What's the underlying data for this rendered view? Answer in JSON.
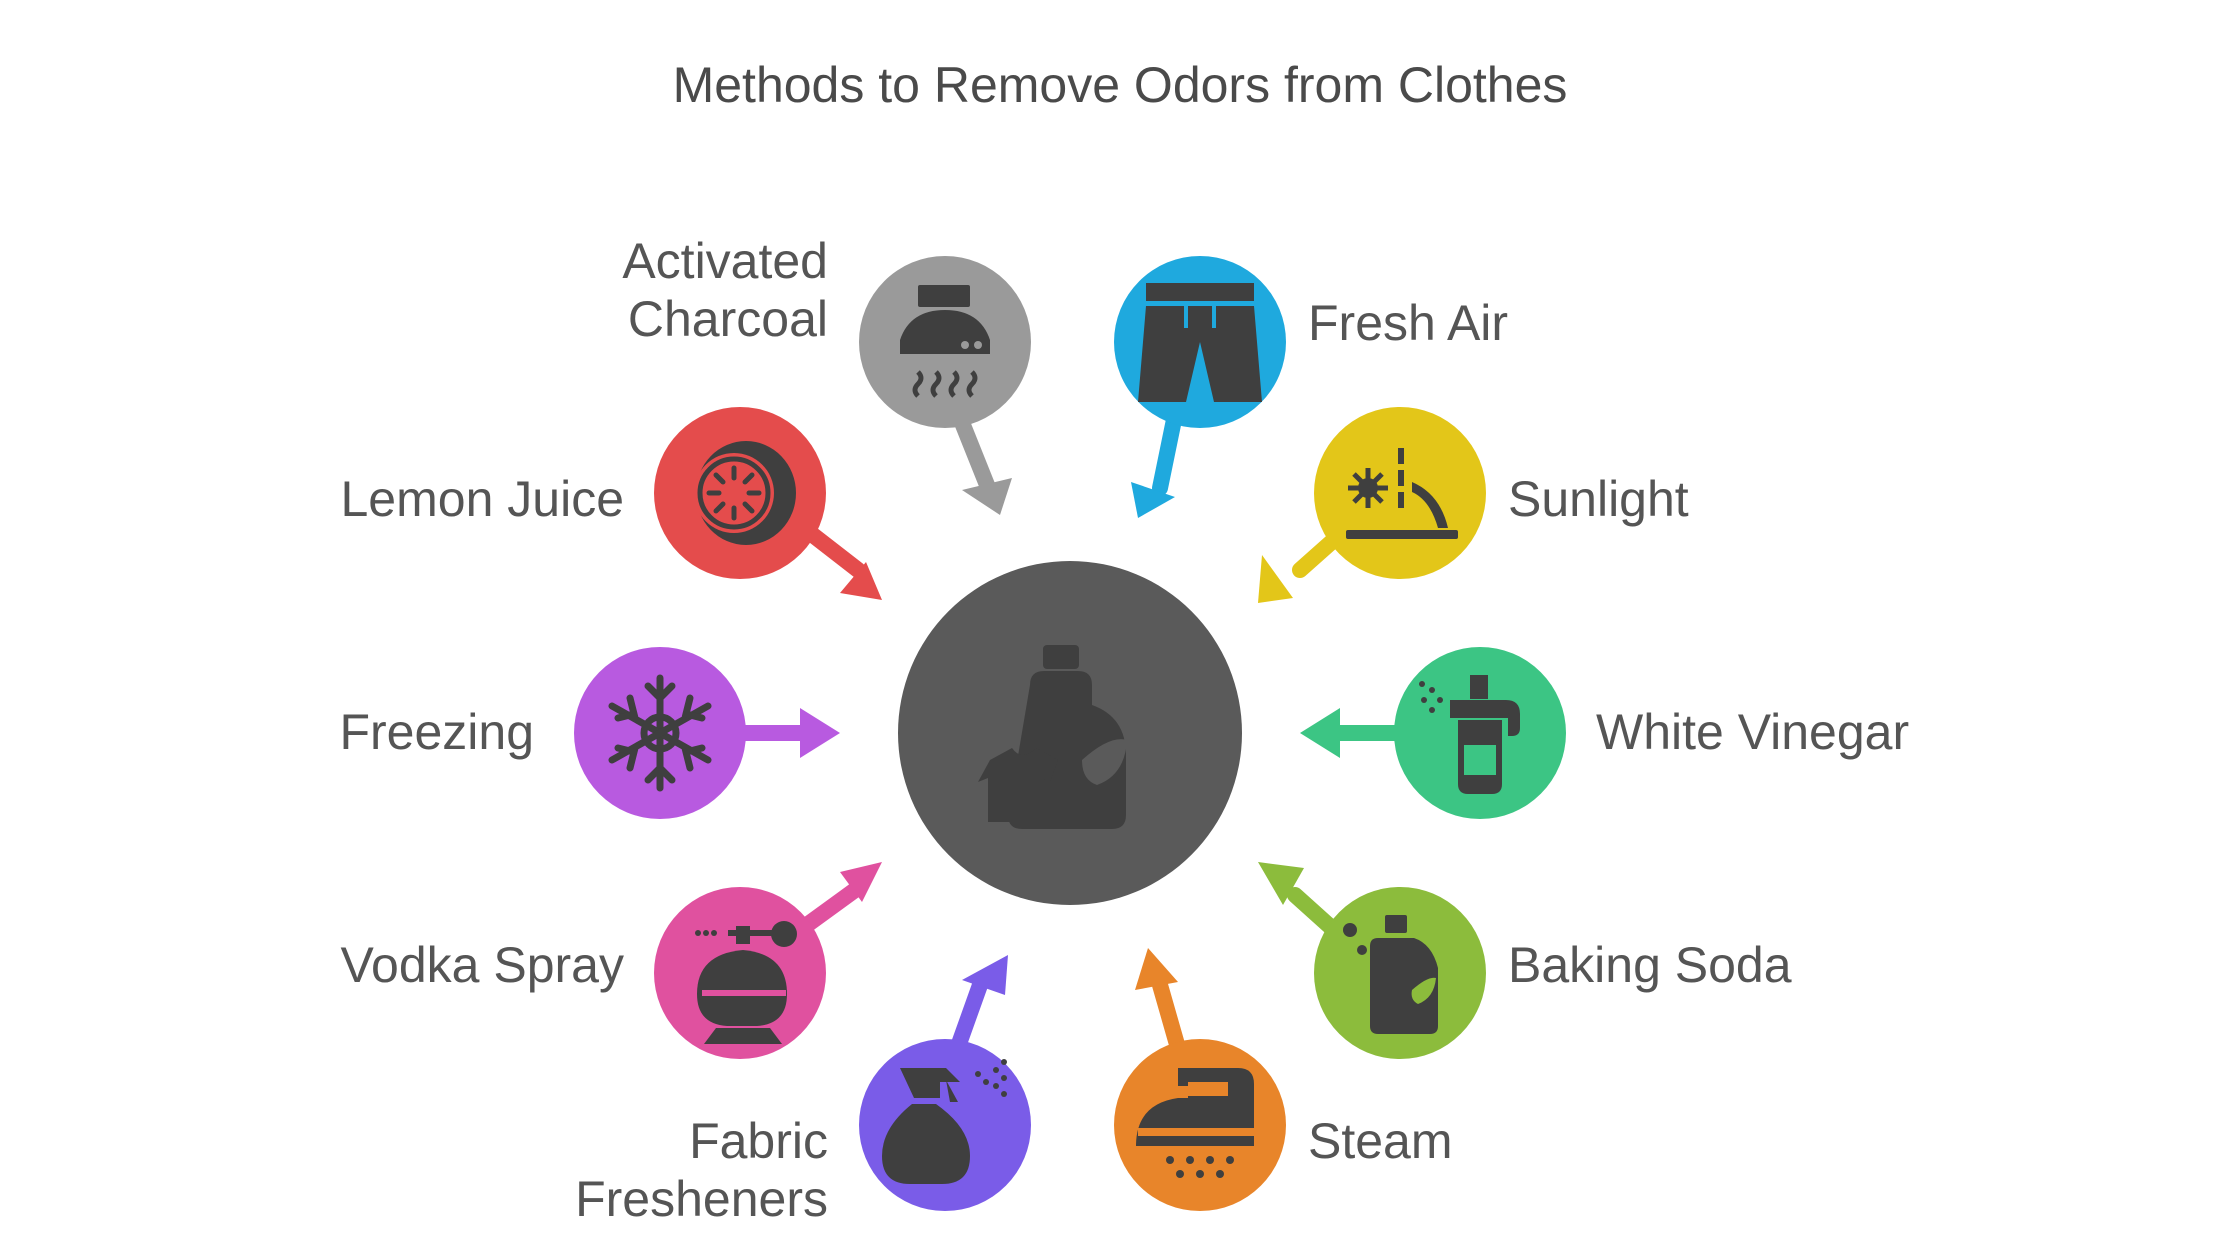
{
  "title": "Methods to Remove Odors from Clothes",
  "center": {
    "icon": "detergent-bottle-and-shirt-icon",
    "color": "#5a5a5a"
  },
  "methods": [
    {
      "id": "activated-charcoal",
      "label_lines": [
        "Activated",
        "Charcoal"
      ],
      "color": "#9a9a9a",
      "icon": "range-hood-icon"
    },
    {
      "id": "fresh-air",
      "label_lines": [
        "Fresh Air"
      ],
      "color": "#1fa9de",
      "icon": "shorts-icon"
    },
    {
      "id": "sunlight",
      "label_lines": [
        "Sunlight"
      ],
      "color": "#e3c619",
      "icon": "sun-dial-icon"
    },
    {
      "id": "white-vinegar",
      "label_lines": [
        "White Vinegar"
      ],
      "color": "#3cc584",
      "icon": "spray-bottle-icon"
    },
    {
      "id": "baking-soda",
      "label_lines": [
        "Baking Soda"
      ],
      "color": "#8cbc3c",
      "icon": "detergent-bottle-icon"
    },
    {
      "id": "steam",
      "label_lines": [
        "Steam"
      ],
      "color": "#e8852a",
      "icon": "steam-iron-icon"
    },
    {
      "id": "fabric-fresheners",
      "label_lines": [
        "Fabric",
        "Fresheners"
      ],
      "color": "#7a5ce8",
      "icon": "trigger-spray-icon"
    },
    {
      "id": "vodka-spray",
      "label_lines": [
        "Vodka Spray"
      ],
      "color": "#e0519f",
      "icon": "perfume-atomizer-icon"
    },
    {
      "id": "freezing",
      "label_lines": [
        "Freezing"
      ],
      "color": "#b85ae0",
      "icon": "snowflake-icon"
    },
    {
      "id": "lemon-juice",
      "label_lines": [
        "Lemon Juice"
      ],
      "color": "#e44c4c",
      "icon": "lemon-slice-icon"
    }
  ]
}
